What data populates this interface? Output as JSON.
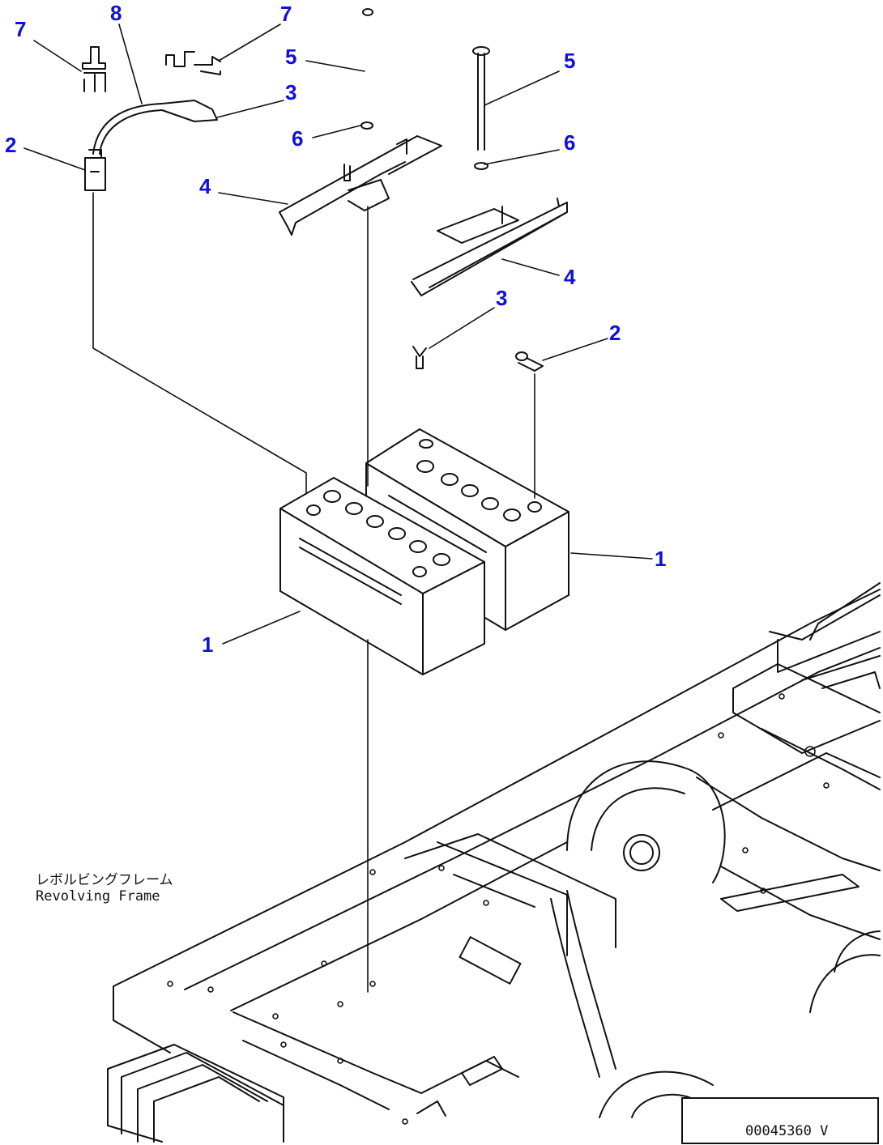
{
  "callouts": {
    "c7a": "7",
    "c8": "8",
    "c7b": "7",
    "c5a": "5",
    "c3a": "3",
    "c2a": "2",
    "c6a": "6",
    "c4a": "4",
    "c5b": "5",
    "c6b": "6",
    "c4b": "4",
    "c3b": "3",
    "c2b": "2",
    "c1a": "1",
    "c1b": "1"
  },
  "frame_label": {
    "japanese": "レボルビングフレーム",
    "english": "Revolving Frame"
  },
  "drawing_code": "00045360 V",
  "colors": {
    "callout": "#1010dd",
    "line": "#111111"
  }
}
